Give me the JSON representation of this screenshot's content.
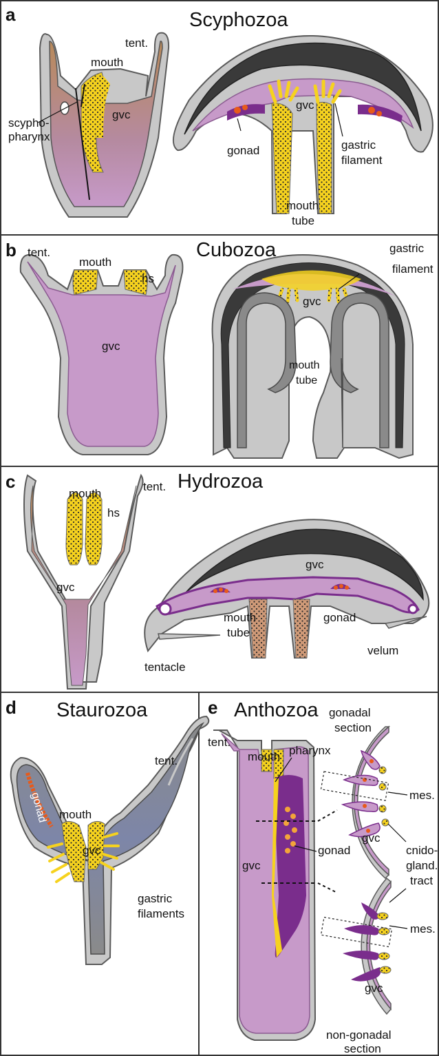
{
  "colors": {
    "outer_tissue": "#c8c8c8",
    "outline": "#5a5a5a",
    "mesoglea_dark": "#3a3a3a",
    "gastroderm_purple": "#c79ac9",
    "deep_purple": "#7a2d8c",
    "yellow": "#f6d21e",
    "orange": "#e85a1a",
    "brown": "#b98a5a",
    "grey_body": "#8a8a8a"
  },
  "panels": {
    "a": {
      "letter": "a",
      "title": "Scyphozoa",
      "labels": {
        "tent": "tent.",
        "mouth": "mouth",
        "scypho1": "scypho-",
        "scypho2": "pharynx",
        "gvc_left": "gvc",
        "gvc_right": "gvc",
        "gonad": "gonad",
        "gastric1": "gastric",
        "gastric2": "filament",
        "mouthtube1": "mouth",
        "mouthtube2": "tube"
      }
    },
    "b": {
      "letter": "b",
      "title": "Cubozoa",
      "labels": {
        "tent": "tent.",
        "mouth": "mouth",
        "hs": "hs",
        "gvc_left": "gvc",
        "gvc_right": "gvc",
        "gastric1": "gastric",
        "gastric2": "filament",
        "mouthtube1": "mouth",
        "mouthtube2": "tube"
      }
    },
    "c": {
      "letter": "c",
      "title": "Hydrozoa",
      "labels": {
        "tent": "tent.",
        "mouth": "mouth",
        "hs": "hs",
        "gvc_left": "gvc",
        "gvc_right": "gvc",
        "gonad": "gonad",
        "mouthtube1": "mouth",
        "mouthtube2": "tube",
        "tentacle": "tentacle",
        "velum": "velum"
      }
    },
    "d": {
      "letter": "d",
      "title": "Staurozoa",
      "labels": {
        "tent": "tent.",
        "mouth": "mouth",
        "gonad": "gonad",
        "gvc": "gvc",
        "gastric1": "gastric",
        "gastric2": "filaments"
      }
    },
    "e": {
      "letter": "e",
      "title": "Anthozoa",
      "labels": {
        "tent": "tent.",
        "mouth": "mouth",
        "pharynx": "pharynx",
        "gvc_main": "gvc",
        "gonad": "gonad",
        "gonadal1": "gonadal",
        "gonadal2": "section",
        "mes1": "mes.",
        "mes2": "mes.",
        "cnido1": "cnido-",
        "cnido2": "gland.",
        "cnido3": "tract",
        "gvc_sec1": "gvc",
        "gvc_sec2": "gvc",
        "nongonadal1": "non-gonadal",
        "nongonadal2": "section"
      }
    }
  }
}
